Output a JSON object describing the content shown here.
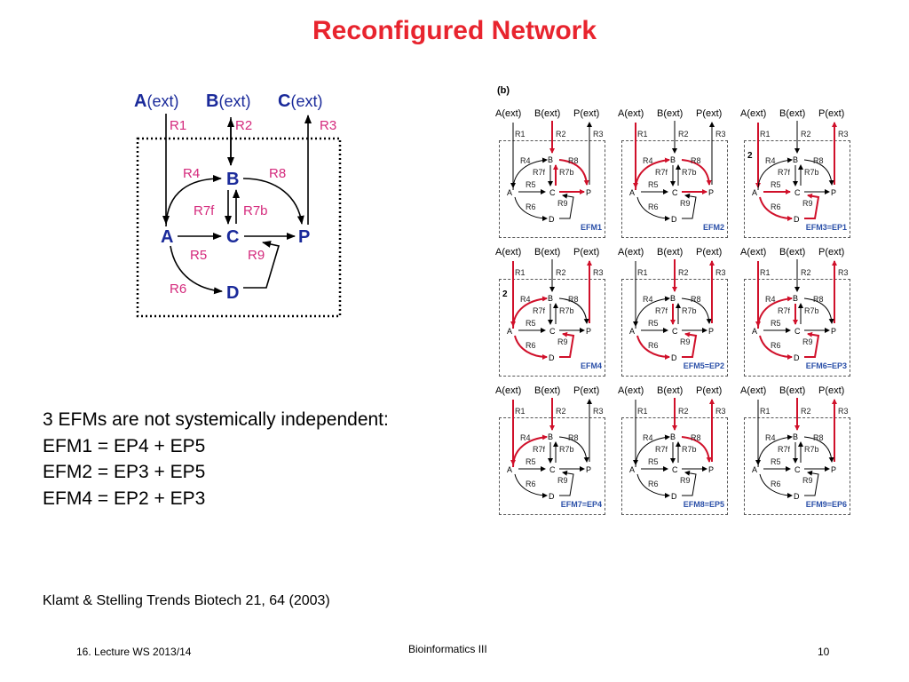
{
  "title": "Reconfigured Network",
  "network": {
    "ext_nodes": [
      {
        "id": "A",
        "label": "(ext)"
      },
      {
        "id": "B",
        "label": "(ext)"
      },
      {
        "id": "C",
        "label": "(ext)"
      }
    ],
    "nodes": [
      "B",
      "A",
      "C",
      "P",
      "D"
    ],
    "reactions": [
      "R1",
      "R2",
      "R3",
      "R4",
      "R8",
      "R7f",
      "R7b",
      "R5",
      "R9",
      "R6"
    ]
  },
  "efm_figure": {
    "label": "(b)",
    "header": [
      "A(ext)",
      "B(ext)",
      "P(ext)"
    ],
    "reaction_labels": [
      "R1",
      "R2",
      "R3",
      "R4",
      "R8",
      "R7f",
      "R7b",
      "R5",
      "R9",
      "R6"
    ],
    "node_labels": [
      "A",
      "B",
      "C",
      "P",
      "D"
    ],
    "cells": [
      {
        "label": "EFM1",
        "badge": ""
      },
      {
        "label": "EFM2",
        "badge": ""
      },
      {
        "label": "EFM3=EP1",
        "badge": "2"
      },
      {
        "label": "EFM4",
        "badge": "2"
      },
      {
        "label": "EFM5=EP2",
        "badge": ""
      },
      {
        "label": "EFM6=EP3",
        "badge": ""
      },
      {
        "label": "EFM7=EP4",
        "badge": ""
      },
      {
        "label": "EFM8=EP5",
        "badge": ""
      },
      {
        "label": "EFM9=EP6",
        "badge": ""
      }
    ]
  },
  "statements": [
    "3 EFMs are not systemically independent:",
    "EFM1 = EP4 + EP5",
    "EFM2 = EP3 + EP5",
    "EFM4 = EP2 + EP3"
  ],
  "citation": "Klamt & Stelling Trends Biotech 21, 64 (2003)",
  "footer": {
    "left": "16. Lecture WS 2013/14",
    "center": "Bioinformatics III",
    "right": "10"
  },
  "colors": {
    "title": "#e8242e",
    "node": "#1a2a9a",
    "reaction": "#d42a7c",
    "highlight": "#d0102a",
    "efm_label": "#2a4fa8"
  }
}
